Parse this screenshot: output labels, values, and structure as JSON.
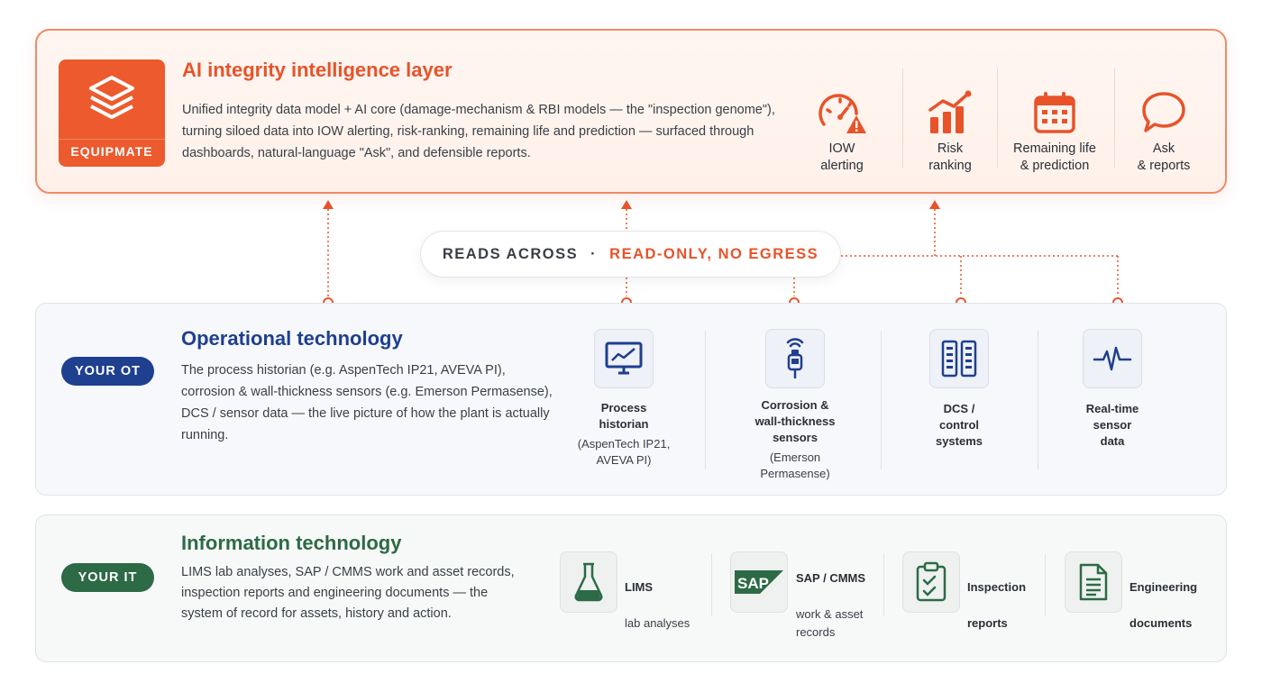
{
  "ai_layer": {
    "brand": "EQUIPMATE",
    "title": "AI integrity intelligence layer",
    "description": "Unified integrity data model + AI core (damage-mechanism & RBI models — the \"inspection genome\"), turning siloed data into IOW alerting, risk-ranking, remaining life and prediction — surfaced through dashboards, natural-language \"Ask\", and defensible reports.",
    "capabilities": [
      {
        "label": "IOW\nalerting",
        "icon": "gauge-alert-icon"
      },
      {
        "label": "Risk\nranking",
        "icon": "trend-bars-icon"
      },
      {
        "label": "Remaining life\n& prediction",
        "icon": "calendar-icon"
      },
      {
        "label": "Ask\n& reports",
        "icon": "chat-bubble-icon"
      }
    ]
  },
  "connector": {
    "left_text": "READS ACROSS",
    "dot": "·",
    "right_text": "READ-ONLY, NO EGRESS"
  },
  "ot": {
    "tag": "YOUR OT",
    "title": "Operational technology",
    "description": "The process historian (e.g. AspenTech IP21, AVEVA PI), corrosion & wall-thickness sensors (e.g. Emerson Permasense), DCS / sensor data — the live picture of how the plant is actually running.",
    "items": [
      {
        "name": "Process\nhistorian",
        "sub": "(AspenTech IP21,\nAVEVA PI)",
        "icon": "monitor-chart-icon"
      },
      {
        "name": "Corrosion &\nwall-thickness\nsensors",
        "sub": "(Emerson\nPermasense)",
        "icon": "sensor-icon"
      },
      {
        "name": "DCS /\ncontrol\nsystems",
        "sub": "",
        "icon": "server-racks-icon"
      },
      {
        "name": "Real-time\nsensor\ndata",
        "sub": "",
        "icon": "pulse-icon"
      }
    ]
  },
  "it": {
    "tag": "YOUR IT",
    "title": "Information technology",
    "description": "LIMS lab analyses, SAP / CMMS work and asset records, inspection reports and engineering documents — the system of record for assets, history and action.",
    "items": [
      {
        "name": "LIMS",
        "sub": "lab analyses",
        "icon": "flask-icon"
      },
      {
        "name": "SAP / CMMS",
        "sub": "work & asset\nrecords",
        "icon": "sap-logo-icon",
        "logo_text": "SAP"
      },
      {
        "name": "Inspection",
        "sub": "reports",
        "icon": "clipboard-check-icon"
      },
      {
        "name": "Engineering",
        "sub": "documents",
        "icon": "document-icon"
      }
    ]
  },
  "colors": {
    "accent_orange": "#e8532a",
    "ot_blue": "#1f3f8f",
    "it_green": "#2d6a46"
  }
}
